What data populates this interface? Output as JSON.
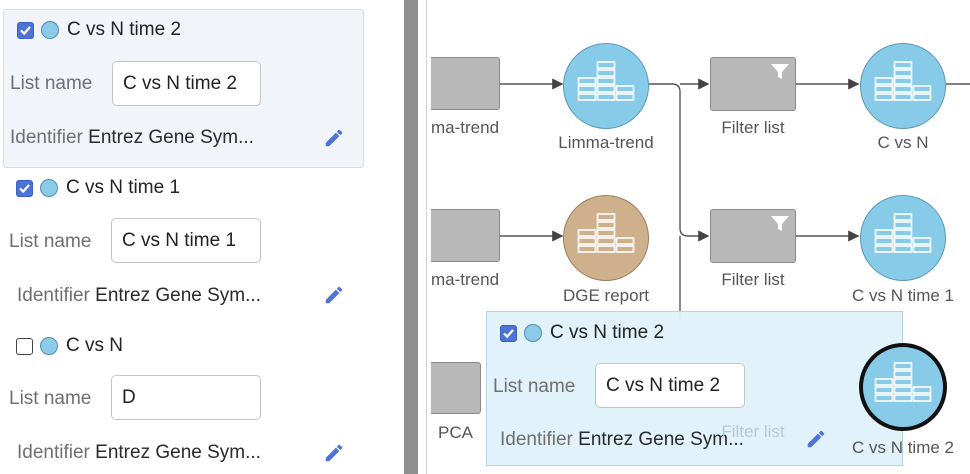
{
  "colors": {
    "checkbox": "#4d73d9",
    "dot": "#8ccbe8",
    "node_blue": "#88cbe8",
    "node_tan": "#cfb08c",
    "node_gray": "#b8b8b8",
    "pencil": "#4d73d9"
  },
  "left_panel": {
    "entries": [
      {
        "checked": true,
        "title": "C vs N time 2",
        "list_name_label": "List name",
        "list_name_value": "C vs N time 2",
        "identifier_label": "Identifier",
        "identifier_value": "Entrez Gene Sym..."
      },
      {
        "checked": true,
        "title": "C vs N time 1",
        "list_name_label": "List name",
        "list_name_value": "C vs N time 1",
        "identifier_label": "Identifier",
        "identifier_value": "Entrez Gene Sym..."
      },
      {
        "checked": false,
        "title": "C vs N",
        "list_name_label": "List name",
        "list_name_value": "D",
        "identifier_label": "Identifier",
        "identifier_value": "Entrez Gene Sym..."
      }
    ]
  },
  "canvas": {
    "nodes": {
      "r1_trend": "ma-trend",
      "r1_limma": "Limma-trend",
      "r1_filter": "Filter list",
      "r1_cvsn": "C vs N",
      "r2_trend": "ma-trend",
      "r2_dge": "DGE report",
      "r2_filter": "Filter list",
      "r2_cvsn": "C vs N time 1",
      "r3_pca": "PCA",
      "r3_hidden_filter": "Filter list",
      "r3_cvsn": "C vs N time 2"
    }
  },
  "popup": {
    "checked": true,
    "title": "C vs N time 2",
    "list_name_label": "List name",
    "list_name_value": "C vs N time 2",
    "identifier_label": "Identifier",
    "identifier_value": "Entrez Gene Sym..."
  }
}
